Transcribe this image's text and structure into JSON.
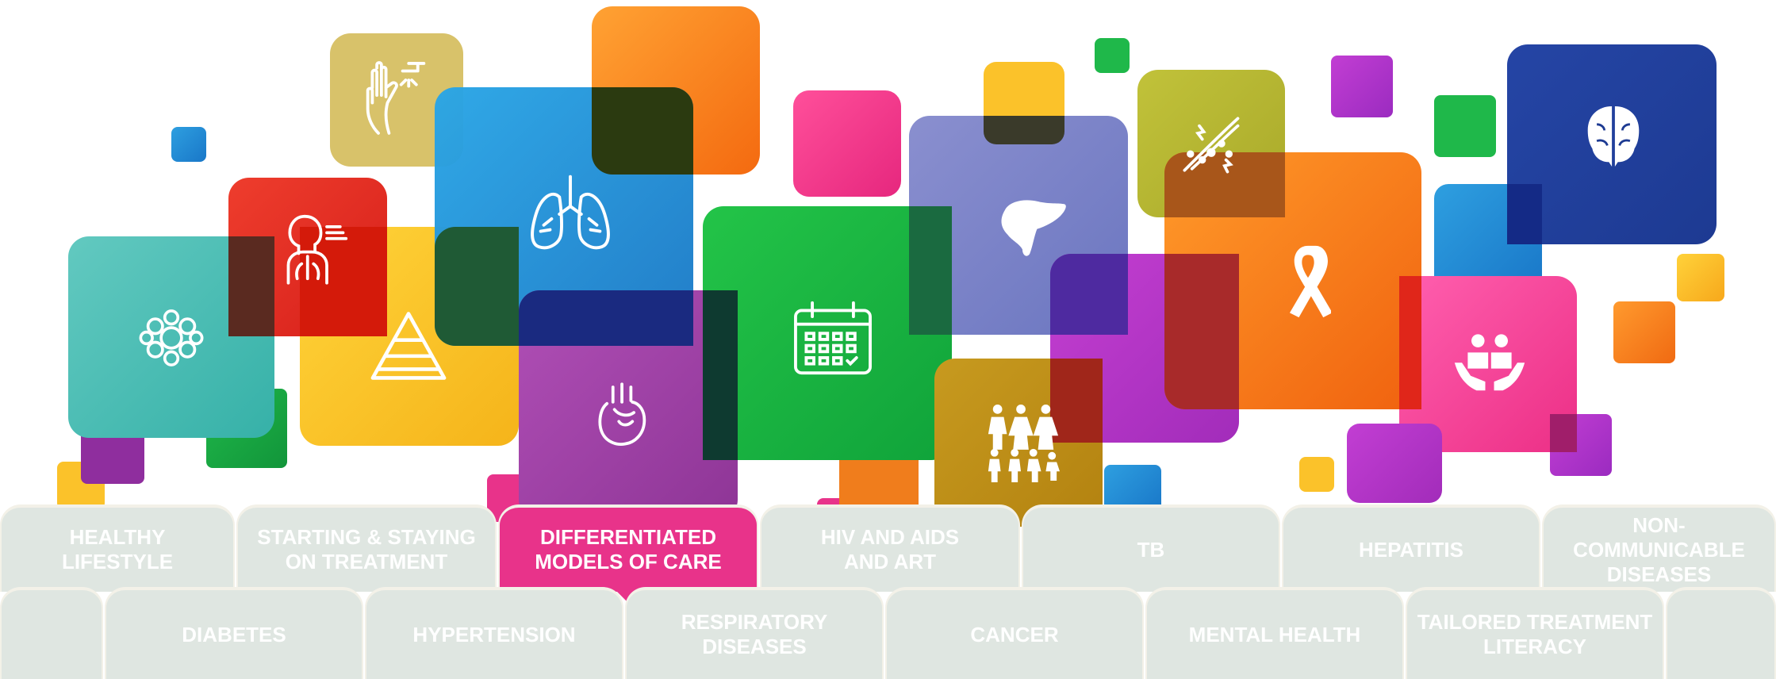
{
  "menu": {
    "row1": [
      {
        "label": "HEALTHY LIFESTYLE"
      },
      {
        "label": "STARTING & STAYING ON TREATMENT"
      },
      {
        "label": "DIFFERENTIATED MODELS OF CARE"
      },
      {
        "label": "HIV AND AIDS AND ART"
      },
      {
        "label": "TB"
      },
      {
        "label": "HEPATITIS"
      },
      {
        "label": "NON-COMMUNICABLE DISEASES"
      }
    ],
    "row2": [
      {
        "label": ""
      },
      {
        "label": "DIABETES"
      },
      {
        "label": "HYPERTENSION"
      },
      {
        "label": "RESPIRATORY DISEASES"
      },
      {
        "label": "CANCER"
      },
      {
        "label": "MENTAL HEALTH"
      },
      {
        "label": "TAILORED TREATMENT LITERACY"
      },
      {
        "label": ""
      }
    ],
    "active": "DIFFERENTIATED MODELS OF CARE"
  },
  "colors": {
    "tab_bg": "#dfe6e1",
    "tab_border": "#f3f1e8",
    "tab_active": "#e8338a",
    "tab_text": "#ffffff"
  },
  "icons": [
    "germ-icon",
    "breathing-person-icon",
    "hand-sanitizer-icon",
    "food-pyramid-icon",
    "lungs-icon",
    "heart-icon",
    "calendar-icon",
    "liver-icon",
    "family-icon",
    "bacteria-icon",
    "cancer-ribbon-icon",
    "caring-hands-icon",
    "brain-icon"
  ]
}
